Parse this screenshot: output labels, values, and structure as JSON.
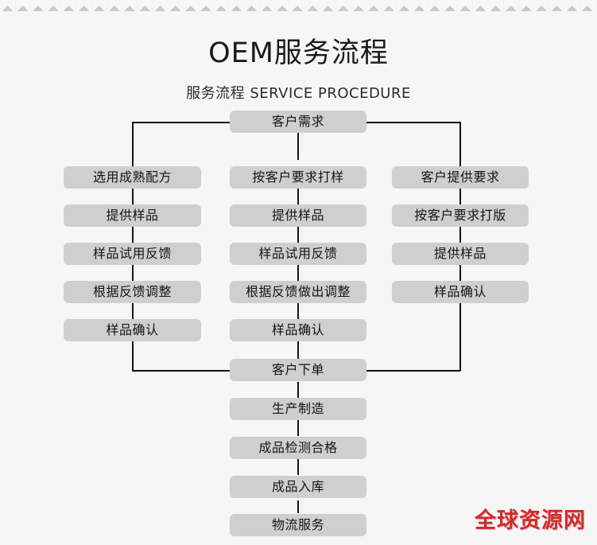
{
  "header": {
    "title": "OEM服务流程",
    "subtitle": "服务流程 SERVICE PROCEDURE"
  },
  "flow": {
    "start": {
      "label": "客户需求"
    },
    "merge": {
      "label": "客户下单"
    },
    "branches": [
      {
        "name": "left-branch",
        "steps": [
          {
            "label": "选用成熟配方"
          },
          {
            "label": "提供样品"
          },
          {
            "label": "样品试用反馈"
          },
          {
            "label": "根据反馈调整"
          },
          {
            "label": "样品确认"
          }
        ]
      },
      {
        "name": "middle-branch",
        "steps": [
          {
            "label": "按客户要求打样"
          },
          {
            "label": "提供样品"
          },
          {
            "label": "样品试用反馈"
          },
          {
            "label": "根据反馈做出调整"
          },
          {
            "label": "样品确认"
          }
        ]
      },
      {
        "name": "right-branch",
        "steps": [
          {
            "label": "客户提供要求"
          },
          {
            "label": "按客户要求打版"
          },
          {
            "label": "提供样品"
          },
          {
            "label": "样品确认"
          }
        ]
      }
    ],
    "tail": [
      {
        "label": "生产制造"
      },
      {
        "label": "成品检测合格"
      },
      {
        "label": "成品入库"
      },
      {
        "label": "物流服务"
      }
    ]
  },
  "watermark": {
    "text": "全球资源网"
  },
  "colors": {
    "box_fill": "#cfcfcf",
    "background": "#f6f6f6",
    "line": "#111111",
    "watermark": "#d5292c",
    "zigzag": "#c9c9c9"
  }
}
